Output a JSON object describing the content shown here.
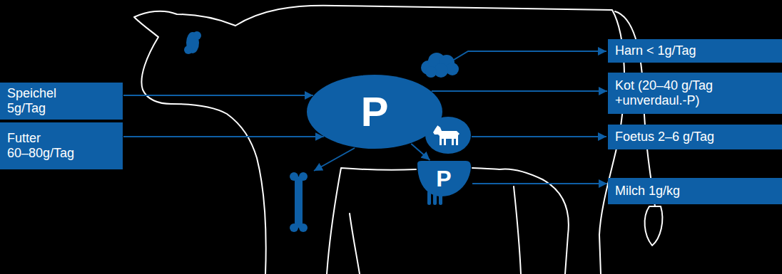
{
  "diagram": {
    "nodes": [
      {
        "text": [
          "Speichel",
          "5g/Tag"
        ]
      },
      {
        "text": [
          "Futter",
          "60–80g/Tag"
        ]
      },
      {
        "text": [
          "P"
        ]
      },
      {
        "text": [
          "P"
        ]
      },
      {
        "text": [
          "Harn < 1g/Tag"
        ]
      },
      {
        "text": [
          "Kot (20–40 g/Tag +unverdaul.-P)"
        ]
      },
      {
        "text": [
          "Foetus 2–6 g/Tag"
        ]
      },
      {
        "text": [
          "Milch 1g/kg"
        ]
      }
    ],
    "edges": [
      {
        "from": 0,
        "to": 2,
        "arrow": "to"
      },
      {
        "from": 1,
        "to": 2,
        "arrow": "to"
      },
      {
        "from": 2,
        "to": 5,
        "arrow": "to"
      },
      {
        "from": 2,
        "to": 3,
        "arrow": "to"
      },
      {
        "from": 3,
        "to": 7,
        "arrow": "to"
      }
    ]
  }
}
